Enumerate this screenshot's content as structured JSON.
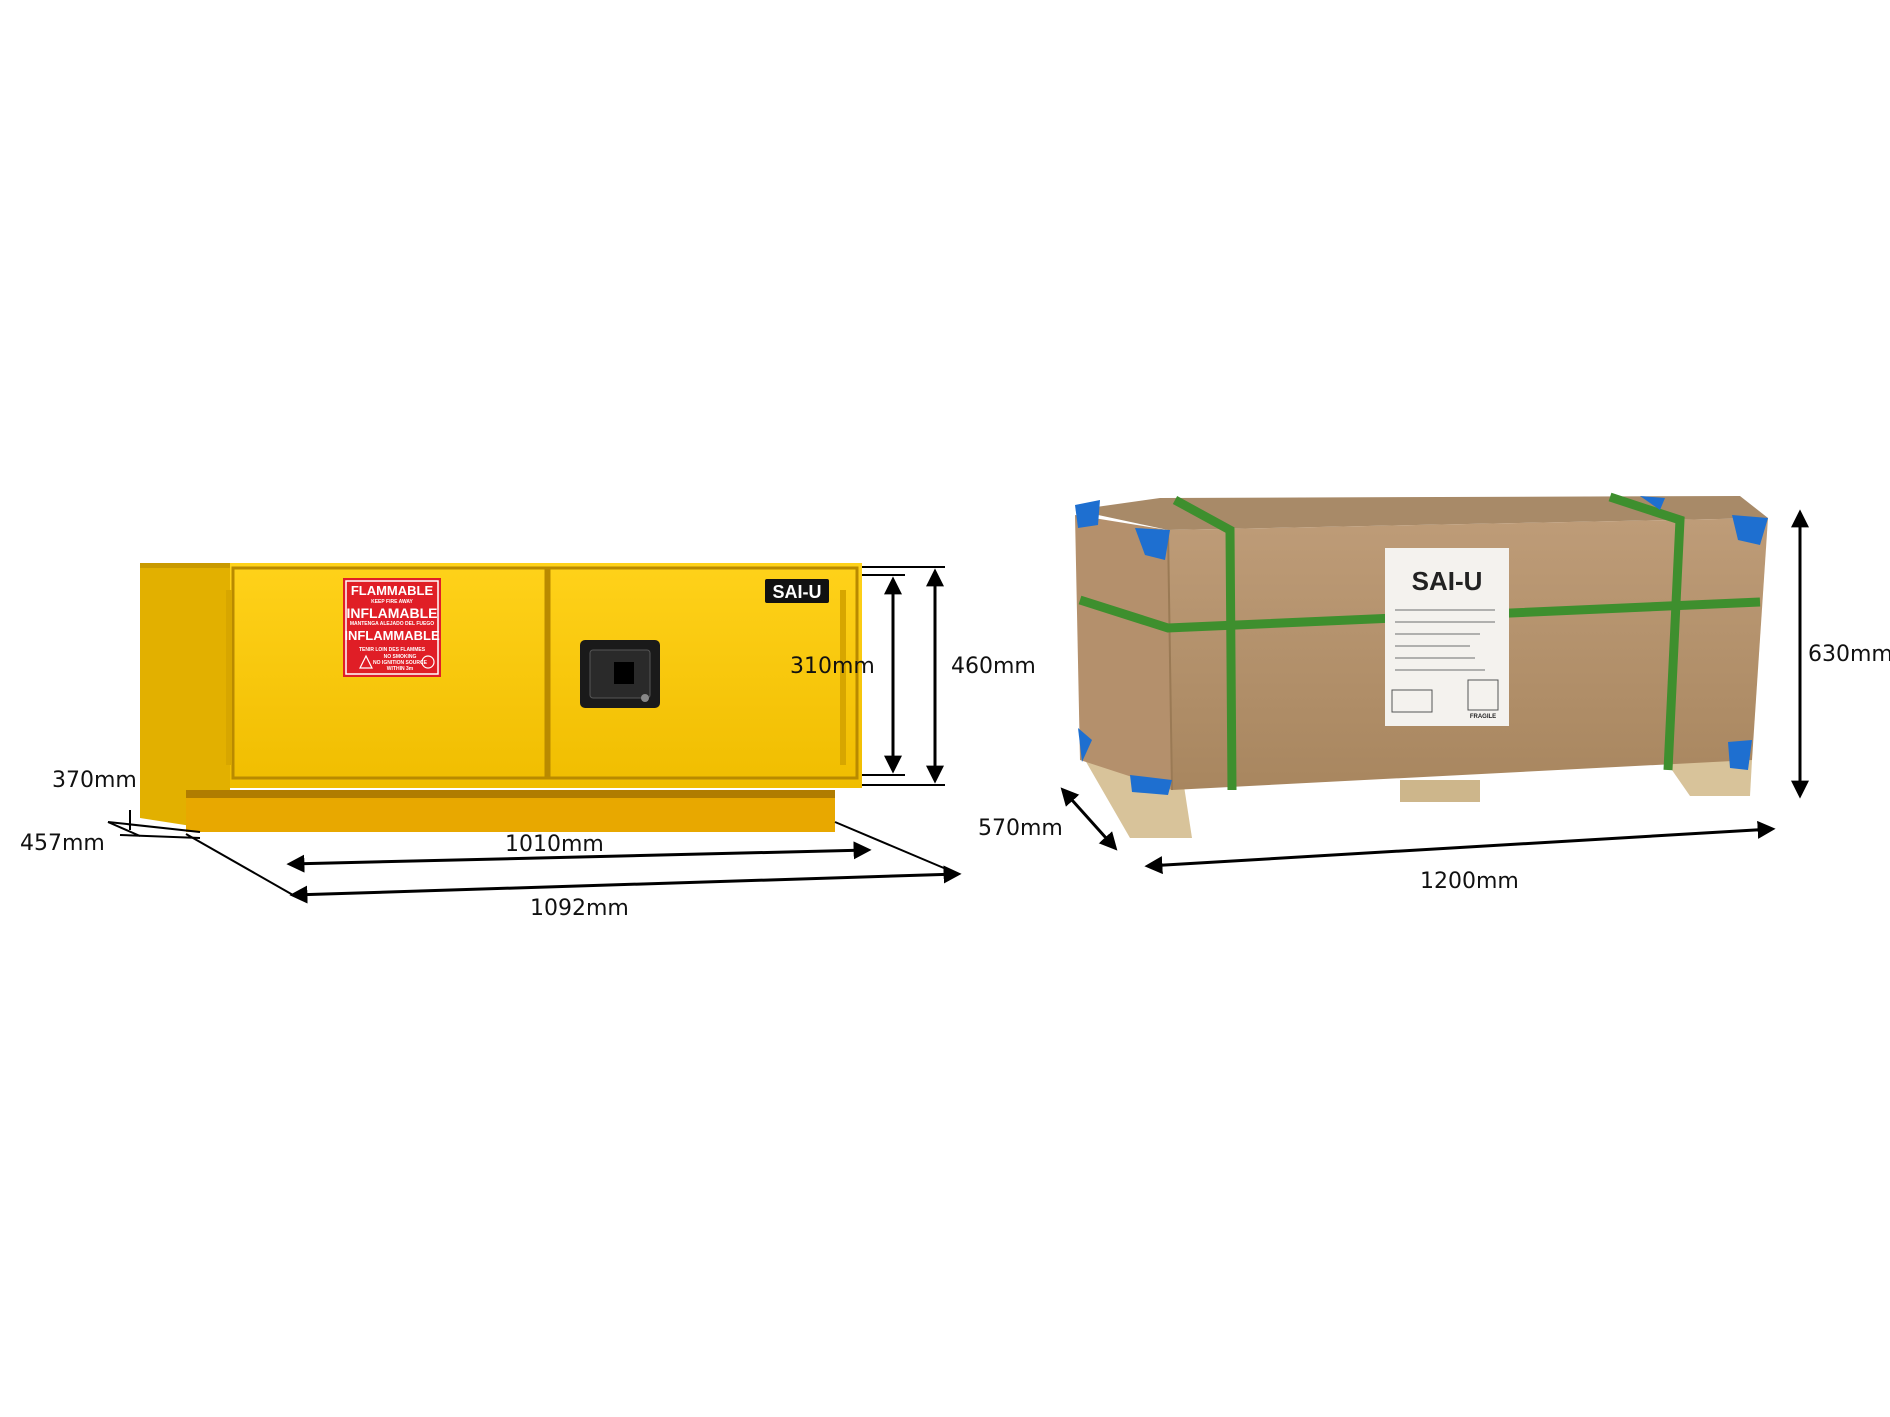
{
  "cabinet": {
    "brand": "SAI-U",
    "warning_sign": {
      "line1": "FLAMMABLE",
      "line2": "KEEP FIRE AWAY",
      "line3": "INFLAMABLE",
      "line4": "MANTENGA ALEJADO DEL FUEGO",
      "line5": "INFLAMMABLE",
      "line6": "TENIR LOIN DES FLAMMES",
      "line7": "NO SMOKING",
      "line8": "NO IGNITION SOURCE",
      "line9": "WITHIN 3m"
    },
    "dimensions": {
      "inner_height": "310mm",
      "outer_height": "460mm",
      "inner_depth": "370mm",
      "outer_depth": "457mm",
      "inner_width": "1010mm",
      "outer_width": "1092mm"
    }
  },
  "package": {
    "brand": "SAI-U",
    "label_footer": "FRAGILE",
    "dimensions": {
      "height": "630mm",
      "depth": "570mm",
      "width": "1200mm"
    }
  },
  "colors": {
    "cabinet_yellow": "#F5C400",
    "cabinet_shadow": "#D9A800",
    "sign_red": "#E01E26",
    "box_brown": "#B08E6A",
    "strap_green": "#3E8F2E",
    "corner_blue": "#1E6FD0",
    "pallet_wood": "#D8C39A"
  }
}
